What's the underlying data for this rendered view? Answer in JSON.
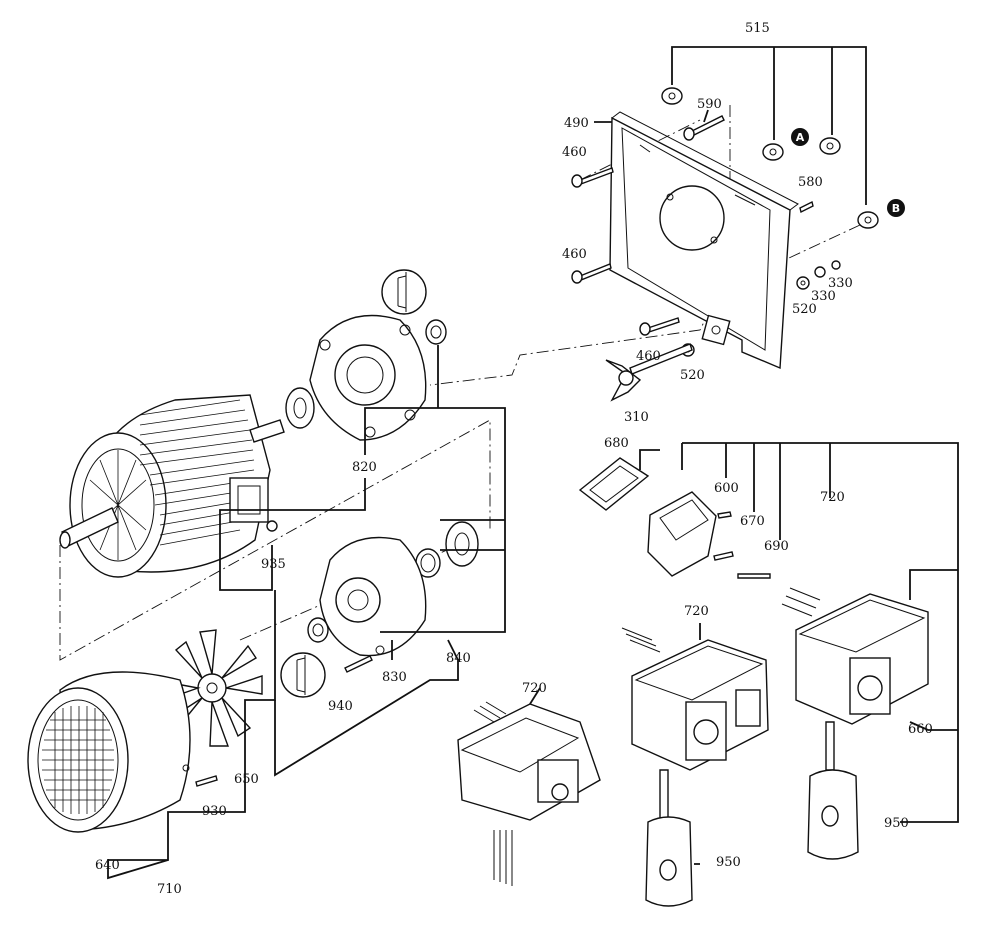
{
  "labels": {
    "l515": "515",
    "l590": "590",
    "l490": "490",
    "l460a": "460",
    "l460b": "460",
    "l460c": "460",
    "l580": "580",
    "l330a": "330",
    "l330b": "330",
    "l520a": "520",
    "l520b": "520",
    "l310": "310",
    "l820": "820",
    "l935": "935",
    "l680": "680",
    "l600": "600",
    "l670": "670",
    "l690": "690",
    "l720a": "720",
    "l720b": "720",
    "l720c": "720",
    "l840": "840",
    "l830": "830",
    "l940": "940",
    "l650": "650",
    "l930": "930",
    "l640": "640",
    "l710": "710",
    "l660": "660",
    "l950a": "950",
    "l950b": "950"
  },
  "markers": {
    "a": "A",
    "b": "B"
  },
  "colors": {
    "line": "#111111",
    "background": "#ffffff"
  }
}
